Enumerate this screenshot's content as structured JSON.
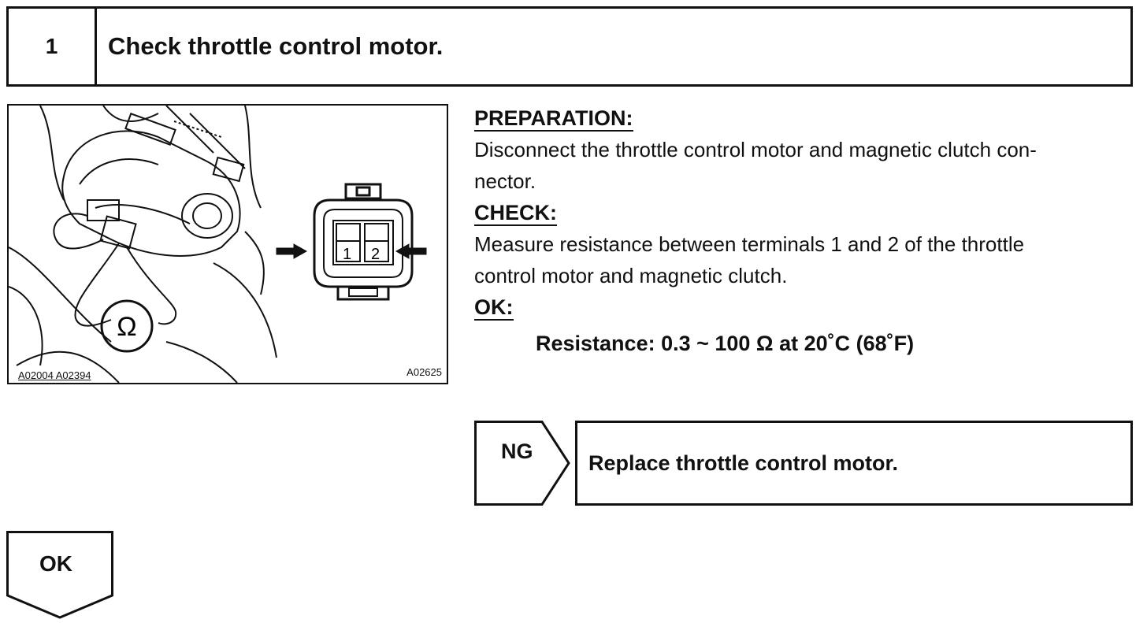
{
  "step": {
    "number": "1",
    "title": "Check throttle control motor."
  },
  "figure": {
    "code_left": "A02004 A02394",
    "code_right": "A02625",
    "terminal_1": "1",
    "terminal_2": "2",
    "meter_symbol": "Ω"
  },
  "preparation": {
    "heading": "PREPARATION:",
    "lines": [
      "Disconnect the throttle control motor and magnetic clutch con-",
      "nector."
    ]
  },
  "check": {
    "heading": "CHECK:",
    "lines": [
      "Measure resistance between terminals 1 and 2 of the throttle",
      "control motor and magnetic clutch."
    ]
  },
  "ok_spec": {
    "heading": "OK:",
    "value": "Resistance: 0.3 ~ 100 Ω at 20˚C (68˚F)"
  },
  "ng_branch": {
    "label": "NG",
    "action": "Replace throttle control motor."
  },
  "ok_branch": {
    "label": "OK"
  }
}
